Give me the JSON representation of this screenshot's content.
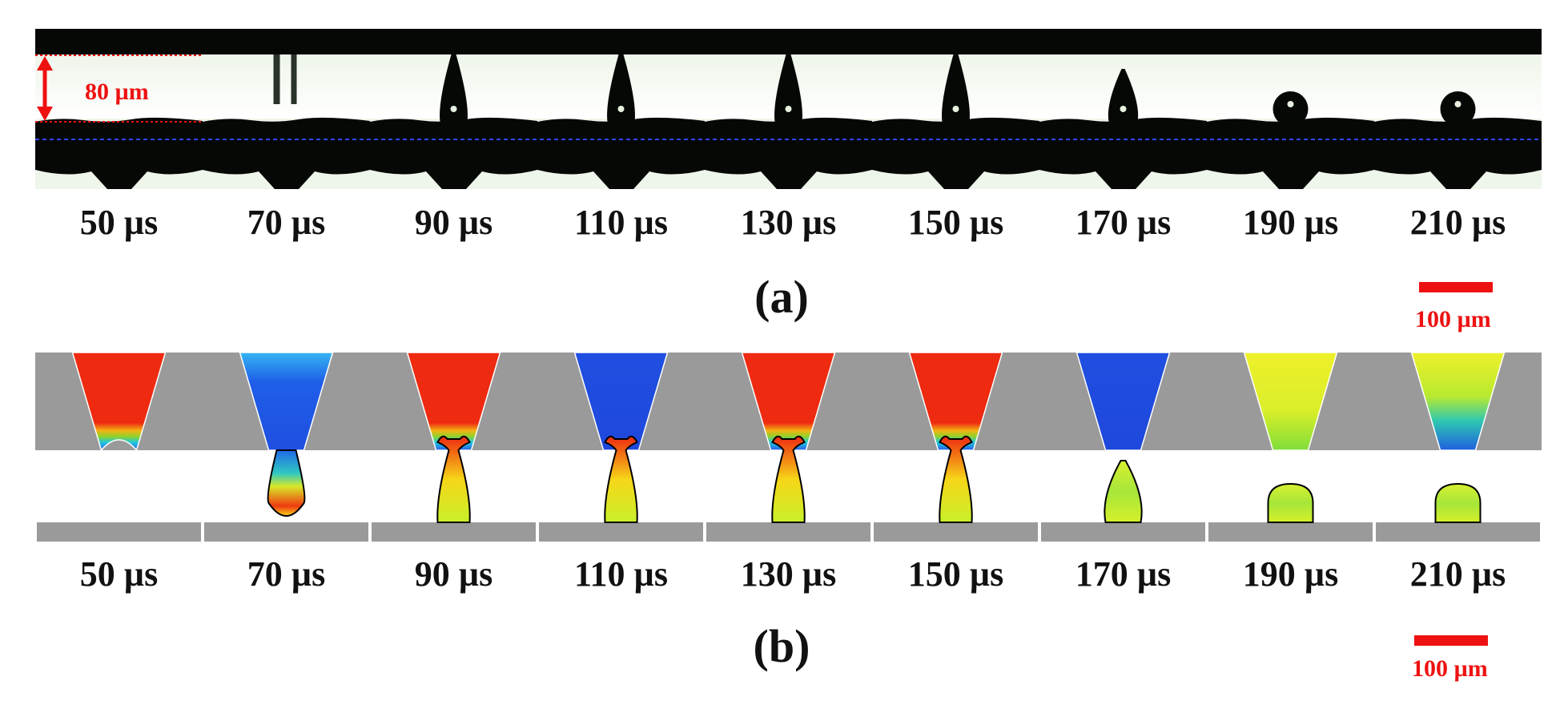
{
  "panel_a": {
    "letter": "(a)",
    "measurement": "80 µm",
    "scale_bar": "100 µm",
    "frames": [
      "50 µs",
      "70 µs",
      "90 µs",
      "110 µs",
      "130 µs",
      "150 µs",
      "170 µs",
      "190 µs",
      "210 µs"
    ]
  },
  "panel_b": {
    "letter": "(b)",
    "scale_bar": "100 µm",
    "frames": [
      "50 µs",
      "70 µs",
      "90 µs",
      "110 µs",
      "130 µs",
      "150 µs",
      "170 µs",
      "190 µs",
      "210 µs"
    ]
  },
  "colors": {
    "label_text": "#111111",
    "annotation_red": "#ee1111",
    "reference_line": "#3344ff",
    "nozzle_gray": "#9a9a9a",
    "photo_dark": "#050805",
    "photo_light": "#eef5ea"
  }
}
